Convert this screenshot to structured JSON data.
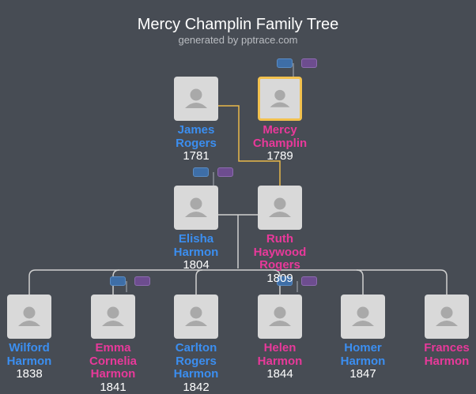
{
  "header": {
    "title": "Mercy Champlin Family Tree",
    "subtitle": "generated by pptrace.com"
  },
  "colors": {
    "male": "#3b8ef0",
    "female": "#e8399a",
    "focus_border": "#f2c14e",
    "background": "#474c54"
  },
  "people": [
    {
      "id": "james",
      "name_lines": [
        "James",
        "Rogers"
      ],
      "year": "1781",
      "gender": "male"
    },
    {
      "id": "mercy",
      "name_lines": [
        "Mercy",
        "Champlin"
      ],
      "year": "1789",
      "gender": "female",
      "focus": true
    },
    {
      "id": "elisha",
      "name_lines": [
        "Elisha",
        "Harmon"
      ],
      "year": "1804",
      "gender": "male"
    },
    {
      "id": "ruth",
      "name_lines": [
        "Ruth",
        "Haywood",
        "Rogers"
      ],
      "year": "1809",
      "gender": "female"
    },
    {
      "id": "wilford",
      "name_lines": [
        "Wilford",
        "Harmon"
      ],
      "year": "1838",
      "gender": "male"
    },
    {
      "id": "emma",
      "name_lines": [
        "Emma",
        "Cornelia",
        "Harmon"
      ],
      "year": "1841",
      "gender": "female"
    },
    {
      "id": "carlton",
      "name_lines": [
        "Carlton",
        "Rogers",
        "Harmon"
      ],
      "year": "1842",
      "gender": "male"
    },
    {
      "id": "helen",
      "name_lines": [
        "Helen",
        "Harmon"
      ],
      "year": "1844",
      "gender": "female"
    },
    {
      "id": "homer",
      "name_lines": [
        "Homer",
        "Harmon"
      ],
      "year": "1847",
      "gender": "male"
    },
    {
      "id": "frances",
      "name_lines": [
        "Frances",
        "Harmon"
      ],
      "year": "",
      "gender": "female"
    }
  ]
}
